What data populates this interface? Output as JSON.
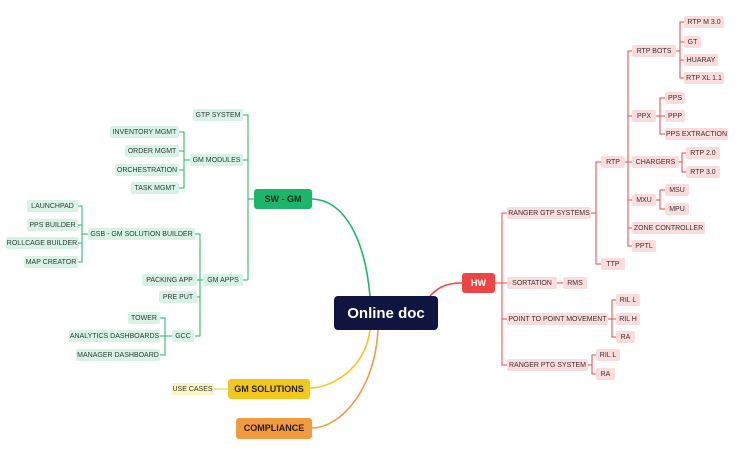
{
  "root": "Online doc",
  "main": {
    "sw": "SW - GM",
    "hw": "HW",
    "gm_solutions": "GM SOLUTIONS",
    "compliance": "COMPLIANCE"
  },
  "sw": {
    "gtp_system": "GTP SYSTEM",
    "gm_modules": "GM MODULES",
    "modules": [
      "INVENTORY MGMT",
      "ORDER MGMT",
      "ORCHESTRATION",
      "TASK MGMT"
    ],
    "gm_apps": "GM APPS",
    "gsb": "GSB - GM SOLUTION BUILDER",
    "gsb_items": [
      "LAUNCHPAD",
      "PPS BUILDER",
      "ROLLCAGE BUILDER",
      "MAP CREATOR"
    ],
    "packing_app": "PACKING APP",
    "pre_put": "PRE PUT",
    "gcc": "GCC",
    "gcc_items": [
      "TOWER",
      "ANALYTICS DASHBOARDS",
      "MANAGER DASHBOARD"
    ]
  },
  "gm_solutions": {
    "use_cases": "USE CASES"
  },
  "hw": {
    "ranger_gtp": "RANGER GTP SYSTEMS",
    "rtp": "RTP",
    "ttp": "TTP",
    "rtp_bots": "RTP BOTS",
    "rtp_bots_items": [
      "RTP M 3.0",
      "GT",
      "HUARAY",
      "RTP XL 1.1"
    ],
    "ppx": "PPX",
    "ppx_items": [
      "PPS",
      "PPP",
      "PPS EXTRACTION"
    ],
    "chargers": "CHARGERS",
    "chargers_items": [
      "RTP 2.0",
      "RTP 3.0"
    ],
    "mxu": "MXU",
    "mxu_items": [
      "MSU",
      "MPU"
    ],
    "zone_controller": "ZONE CONTROLLER",
    "pptl": "PPTL",
    "sortation": "SORTATION",
    "rms": "RMS",
    "p2p": "POINT TO POINT MOVEMENT",
    "p2p_items": [
      "RIL L",
      "RIL H",
      "RA"
    ],
    "ranger_ptg": "RANGER PTG SYSTEM",
    "ptg_items": [
      "RIL L",
      "RA"
    ]
  },
  "colors": {
    "green": "#1db46b",
    "red": "#ef4444",
    "yellow": "#f2c81e",
    "orange": "#f29a3f",
    "root": "#0f1440"
  }
}
